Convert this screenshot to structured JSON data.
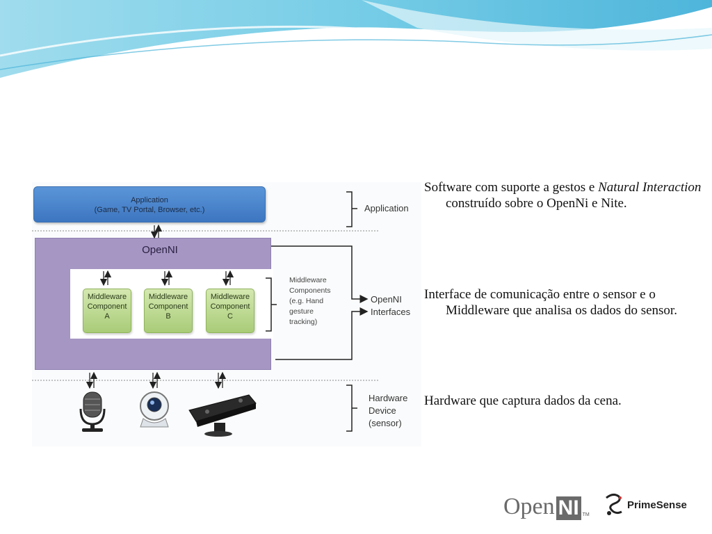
{
  "diagram": {
    "application_box": {
      "title": "Application",
      "subtitle": "(Game, TV Portal, Browser, etc.)"
    },
    "openni_label": "OpenNI",
    "components": [
      {
        "line1": "Middleware",
        "line2": "Component",
        "line3": "A"
      },
      {
        "line1": "Middleware",
        "line2": "Component",
        "line3": "B"
      },
      {
        "line1": "Middleware",
        "line2": "Component",
        "line3": "C"
      }
    ],
    "middleware_note": [
      "Middleware",
      "Components",
      "(e.g. Hand",
      "gesture",
      "tracking)"
    ],
    "side_labels": {
      "application": "Application",
      "openni_interfaces": [
        "OpenNI",
        "Interfaces"
      ],
      "hardware": [
        "Hardware",
        "Device",
        "(sensor)"
      ]
    },
    "devices": [
      "microphone-icon",
      "webcam-icon",
      "depth-sensor-icon"
    ]
  },
  "bullets": [
    {
      "text_before": "Software com suporte a gestos e ",
      "italic": "Natural Interaction",
      "text_after": "  construído sobre o OpenNi e Nite."
    },
    {
      "text": "Interface de comunicação entre o sensor e o Middleware que analisa os dados do sensor."
    },
    {
      "text": "Hardware que captura dados da cena."
    }
  ],
  "logos": {
    "openni": {
      "open": "Open",
      "ni": "NI",
      "tm": "TM"
    },
    "primesense": {
      "text": "PrimeSense"
    }
  },
  "colors": {
    "application": "#4a86cc",
    "openni": "#a596c4",
    "middleware": "#b8d88c",
    "wave": "#5bc3e0"
  }
}
